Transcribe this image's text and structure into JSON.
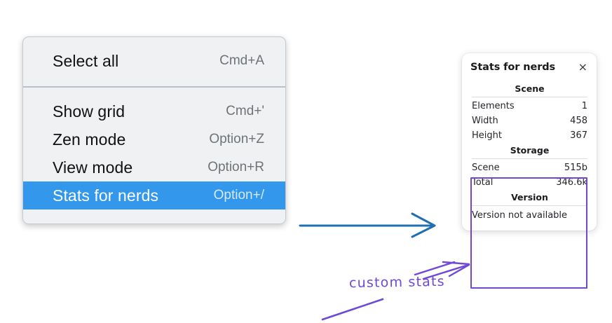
{
  "context_menu": {
    "groups": [
      {
        "items": [
          {
            "label": "Select all",
            "shortcut": "Cmd+A",
            "selected": false
          }
        ]
      },
      {
        "items": [
          {
            "label": "Show grid",
            "shortcut": "Cmd+'",
            "selected": false
          },
          {
            "label": "Zen mode",
            "shortcut": "Option+Z",
            "selected": false
          },
          {
            "label": "View mode",
            "shortcut": "Option+R",
            "selected": false
          },
          {
            "label": "Stats for nerds",
            "shortcut": "Option+/",
            "selected": true
          }
        ]
      }
    ],
    "highlight_color": "#3398eb"
  },
  "stats_panel": {
    "title": "Stats for nerds",
    "close_icon": "×",
    "sections": [
      {
        "heading": "Scene",
        "rows": [
          {
            "key": "Elements",
            "value": "1"
          },
          {
            "key": "Width",
            "value": "458"
          },
          {
            "key": "Height",
            "value": "367"
          }
        ]
      },
      {
        "heading": "Storage",
        "rows": [
          {
            "key": "Scene",
            "value": "515b"
          },
          {
            "key": "Total",
            "value": "346.6k"
          }
        ]
      },
      {
        "heading": "Version",
        "note": "Version not available"
      }
    ]
  },
  "annotations": {
    "handwritten_label": "custom stats",
    "blue_arrow_color": "#1f6fb2",
    "purple_color": "#7048d6"
  }
}
